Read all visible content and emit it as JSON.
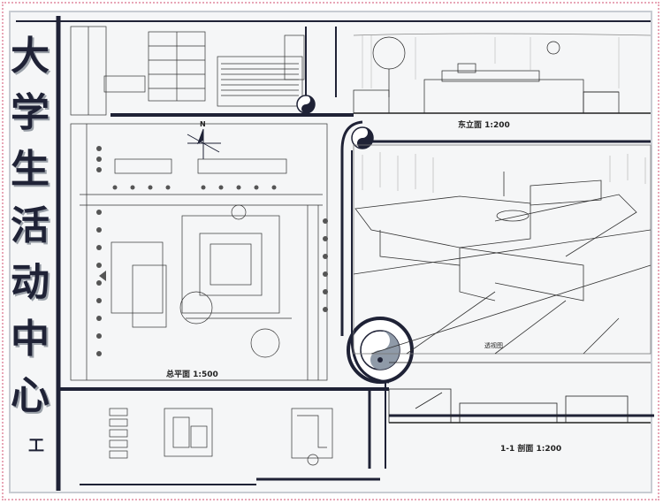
{
  "title": {
    "chars": [
      "大",
      "学",
      "生",
      "活",
      "动",
      "中",
      "心"
    ],
    "suffix": "工"
  },
  "labels": {
    "site_plan": "总平面 1:500",
    "east_elevation": "东立面 1:200",
    "section": "1-1 剖面 1:200",
    "perspective_caption": "透视图",
    "north": "N"
  },
  "colors": {
    "ink": "#1f2236",
    "board": "#f5f6f7",
    "accent_grey": "#8f9aa8"
  }
}
